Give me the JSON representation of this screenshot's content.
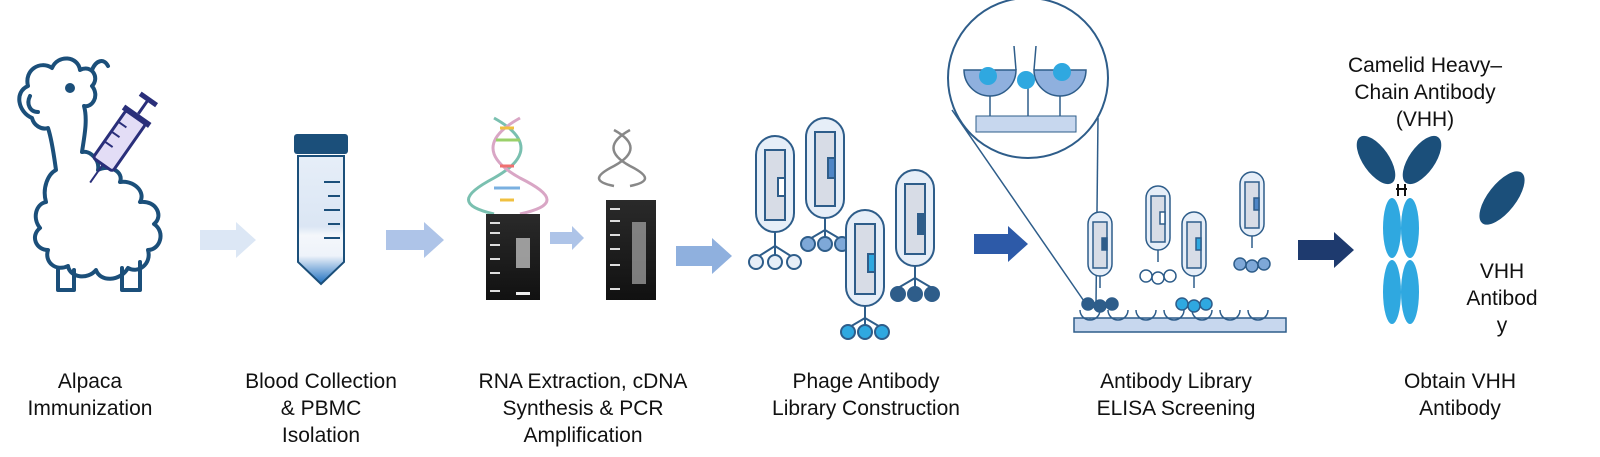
{
  "steps": [
    {
      "line1": "Alpaca",
      "line2": "Immunization",
      "line3": ""
    },
    {
      "line1": "Blood Collection",
      "line2": "& PBMC",
      "line3": "Isolation"
    },
    {
      "line1": "RNA Extraction, cDNA",
      "line2": "Synthesis & PCR",
      "line3": "Amplification"
    },
    {
      "line1": "Phage Antibody",
      "line2": "Library Construction",
      "line3": ""
    },
    {
      "line1": "Antibody Library",
      "line2": "ELISA Screening",
      "line3": ""
    },
    {
      "line1": "Obtain VHH",
      "line2": "Antibody",
      "line3": ""
    }
  ],
  "antibody_callout": {
    "line1": "Camelid Heavy–",
    "line2": "Chain Antibody",
    "line3": "(VHH)"
  },
  "vhh_callout": {
    "line1": "VHH",
    "line2": "Antibod",
    "line3": "y"
  },
  "colors": {
    "navy": "#1b4f7a",
    "outline": "#2e5d8a",
    "light_blue": "#2fa8e0",
    "mid_blue": "#4f86c6",
    "pale_blue": "#c7d7ee",
    "arrow_1": "#dce7f5",
    "arrow_2": "#aec4e8",
    "arrow_3": "#8fb0de",
    "arrow_4": "#2d5aa8",
    "arrow_5": "#1e3a6e"
  }
}
